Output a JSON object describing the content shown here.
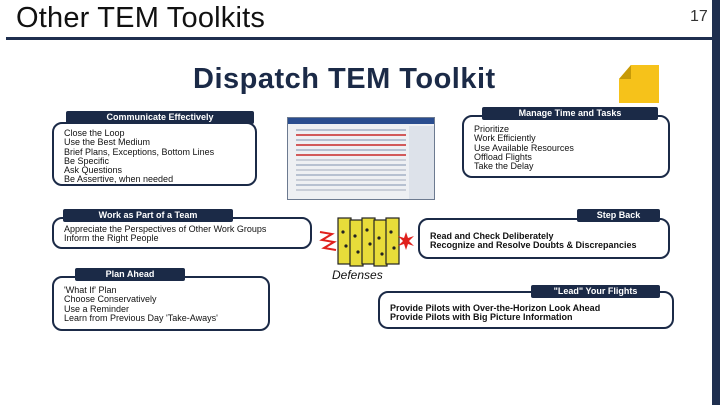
{
  "slide": {
    "title": "Other TEM Toolkits",
    "page_number": "17"
  },
  "toolkit": {
    "title": "Dispatch TEM Toolkit",
    "defenses_label": "Defenses"
  },
  "panels": {
    "communicate": {
      "heading": "Communicate Effectively",
      "items": [
        "Close the Loop",
        "Use the Best Medium",
        "Brief Plans, Exceptions, Bottom Lines",
        "Be Specific",
        "Ask Questions",
        "Be Assertive, when needed"
      ]
    },
    "manage_time": {
      "heading": "Manage Time and Tasks",
      "items": [
        "Prioritize",
        "Work Efficiently",
        "Use Available Resources",
        "Offload Flights",
        "Take the Delay"
      ]
    },
    "teamwork": {
      "heading": "Work as Part of a Team",
      "items": [
        "Appreciate the Perspectives of Other Work Groups",
        "Inform the Right People"
      ]
    },
    "step_back": {
      "heading": "Step Back",
      "items": [
        "Read and Check Deliberately",
        "Recognize and Resolve Doubts & Discrepancies"
      ]
    },
    "plan_ahead": {
      "heading": "Plan  Ahead",
      "items": [
        "'What If' Plan",
        "Choose Conservatively",
        "Use a Reminder",
        "Learn from Previous Day 'Take-Aways'"
      ]
    },
    "lead_flights": {
      "heading": "\"Lead\" Your Flights",
      "items": [
        "Provide Pilots with Over-the-Horizon Look Ahead",
        "Provide Pilots with Big Picture Information"
      ]
    }
  },
  "colors": {
    "navy": "#1b2a47",
    "accent_yellow": "#f6c21a",
    "defense_yellow": "#e8dc3a",
    "threat_red": "#e0201c"
  }
}
